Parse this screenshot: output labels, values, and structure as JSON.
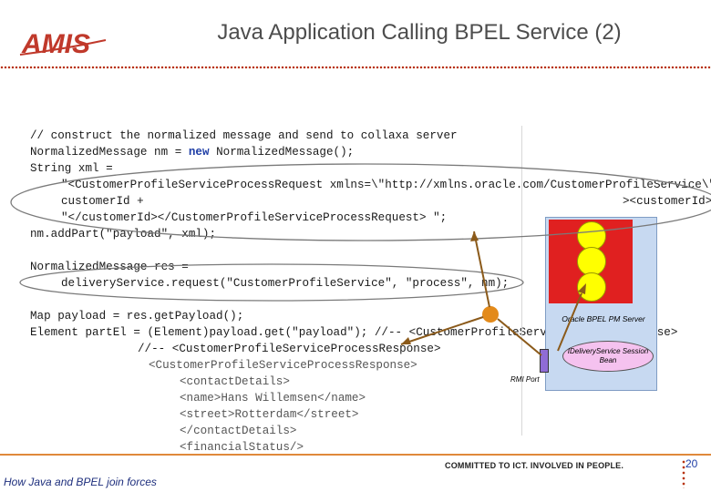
{
  "header": {
    "logo_text": "AMIS",
    "title": "Java Application Calling BPEL Service (2)"
  },
  "code": {
    "lines": [
      "// construct the normalized message and send to collaxa server",
      "NormalizedMessage nm = new NormalizedMessage();",
      "String xml =",
      "\"<CustomerProfileServiceProcessRequest xmlns=\\\"http://xmlns.oracle.com/CustomerProfileService\\\">",
      "customerId +",
      "\"</customerId></CustomerProfileServiceProcessRequest> \";",
      "nm.addPart(\"payload\", xml);",
      "",
      "NormalizedMessage res =",
      "deliveryService.request(\"CustomerProfileService\", \"process\", nm);",
      "",
      "Map payload = res.getPayload();",
      "Element partEl = (Element)payload.get(\"payload\"); //-- <CustomerProfileServiceProcessResponse>",
      "//-- <CustomerProfileServiceProcessResponse>",
      "<CustomerProfileServiceProcessResponse>",
      "<contactDetails>",
      "<name>Hans Willemsen</name>",
      "<street>Rotterdam</street>",
      "</contactDetails>",
      "<financialStatus/>"
    ],
    "line4_suffix": "><customerId>\" +"
  },
  "diagram": {
    "server_label": "Oracle BPEL PM Server",
    "bean_label": "IDeliveryService Session Bean",
    "rmi_label": "RMI Port",
    "colors": {
      "server_bg": "#c7d9f1",
      "red_block": "#e02020",
      "circle_yellow": "#ffff00",
      "bean_pink": "#f5c2ef",
      "arrow_brown": "#8b5a1a",
      "ellipse_line": "#7a7a7a"
    }
  },
  "footer": {
    "tagline": "COMMITTED TO ICT. INVOLVED IN PEOPLE.",
    "page_number": "20",
    "subtitle": "How Java and BPEL join forces"
  }
}
